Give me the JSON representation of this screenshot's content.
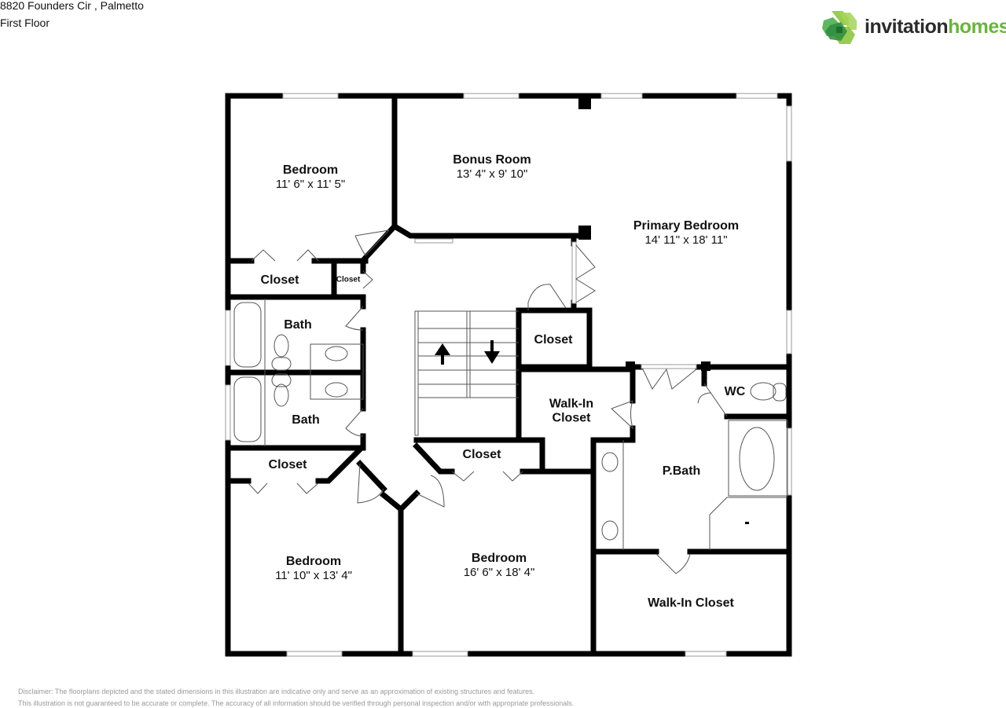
{
  "header": {
    "address": "8820 Founders Cir , Palmetto",
    "floor": "First Floor"
  },
  "logo": {
    "text_dark": "invitation",
    "text_green": "homes",
    "colors": {
      "dark": "#2b2b2b",
      "green": "#6cb33f",
      "leaf_light": "#8dc63f",
      "leaf_dark": "#3a9a48"
    }
  },
  "rooms": {
    "bedroom_nw": {
      "name": "Bedroom",
      "dims": "11' 6\" x 11' 5\""
    },
    "bonus_room": {
      "name": "Bonus Room",
      "dims": "13' 4\" x 9' 10\""
    },
    "primary_bedroom": {
      "name": "Primary Bedroom",
      "dims": "14' 11\" x 18' 11\""
    },
    "closet_nw": {
      "name": "Closet"
    },
    "closet_small": {
      "name": "Closet"
    },
    "bath_upper": {
      "name": "Bath"
    },
    "bath_lower": {
      "name": "Bath"
    },
    "closet_center": {
      "name": "Closet"
    },
    "walkin_closet_center": {
      "name": "Walk-In Closet"
    },
    "wc": {
      "name": "WC"
    },
    "p_bath": {
      "name": "P.Bath"
    },
    "closet_sw": {
      "name": "Closet"
    },
    "closet_s": {
      "name": "Closet"
    },
    "bedroom_sw": {
      "name": "Bedroom",
      "dims": "11' 10\" x 13' 4\""
    },
    "bedroom_s": {
      "name": "Bedroom",
      "dims": "16' 6\" x 18' 4\""
    },
    "walkin_closet_se": {
      "name": "Walk-In Closet"
    }
  },
  "stairs": {
    "up_icon": "arrow-up-icon",
    "down_icon": "arrow-down-icon"
  },
  "disclaimer": {
    "line1": "Disclaimer: The floorplans depicted and the stated dimensions in this illustration are indicative only and serve as an approximation of existing structures and features.",
    "line2": "This illustration is not guaranteed to be accurate or complete. The accuracy of all information should be verified through personal inspection and/or with appropriate professionals."
  }
}
